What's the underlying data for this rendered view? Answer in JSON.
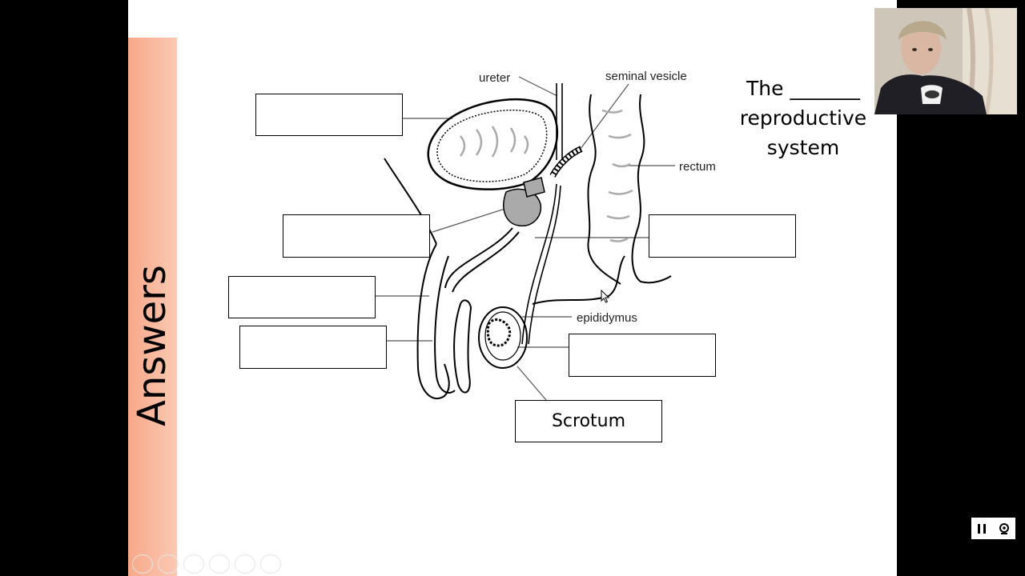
{
  "slide": {
    "side_title": "Answers",
    "heading": {
      "line1": "The _______",
      "line2": "reproductive",
      "line3": "system"
    }
  },
  "diagram": {
    "labels": {
      "ureter": "ureter",
      "seminal_vesicle": "seminal vesicle",
      "rectum": "rectum",
      "epididymus": "epididymus"
    },
    "answer_boxes": [
      "",
      "",
      "",
      "",
      "",
      "",
      "Scrotum"
    ]
  },
  "colors": {
    "side_bar": "#f7a888",
    "background": "#000000",
    "slide": "#ffffff"
  },
  "icons": [
    "pause-icon",
    "webcam-icon",
    "previous-icon",
    "next-icon",
    "pen-icon",
    "slides-icon",
    "zoom-icon",
    "more-icon"
  ]
}
